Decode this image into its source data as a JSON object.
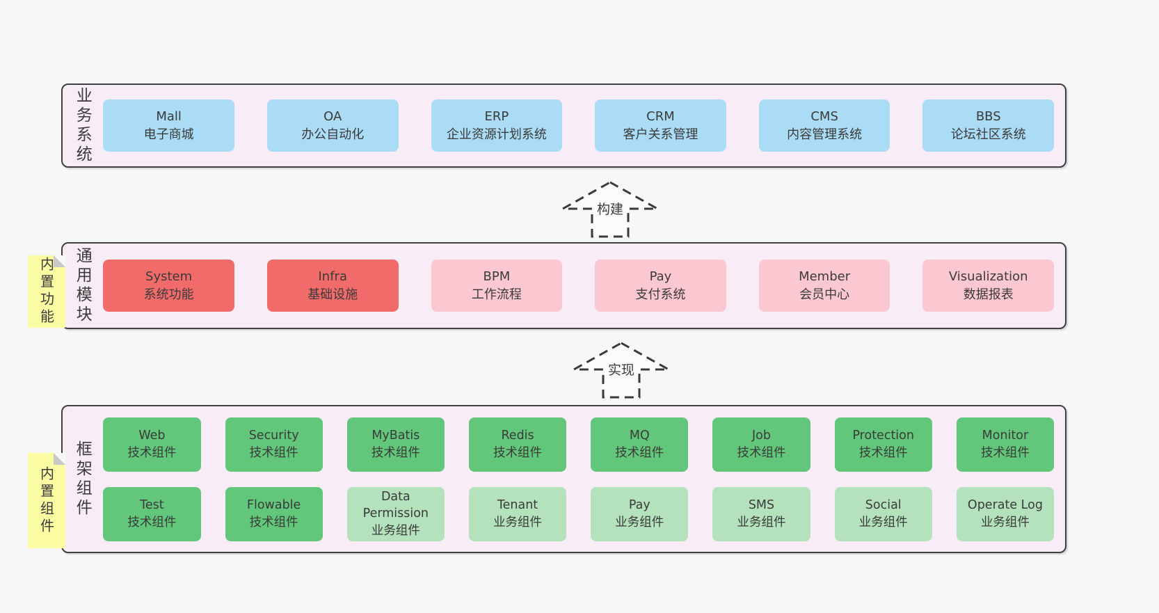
{
  "colors": {
    "page_bg": "#f7f7f7",
    "container_bg": "#f8ecf6",
    "container_border": "#3f3f3f",
    "box_blue": "#aadcf5",
    "box_red": "#f16b6b",
    "box_pink": "#fbc8d2",
    "box_green": "#62c77b",
    "box_green_light": "#b3e2bd",
    "sticky_yellow": "#fbfba3",
    "sticky_fold": "#c9c9c9",
    "text": "#3a3a3a"
  },
  "layers": {
    "business": {
      "label": "业务系统",
      "boxes": [
        {
          "name": "Mall",
          "desc": "电子商城"
        },
        {
          "name": "OA",
          "desc": "办公自动化"
        },
        {
          "name": "ERP",
          "desc": "企业资源计划系统"
        },
        {
          "name": "CRM",
          "desc": "客户关系管理"
        },
        {
          "name": "CMS",
          "desc": "内容管理系统"
        },
        {
          "name": "BBS",
          "desc": "论坛社区系统"
        }
      ]
    },
    "modules": {
      "label": "通用模块",
      "sticky": "内置功能",
      "boxes": [
        {
          "name": "System",
          "desc": "系统功能"
        },
        {
          "name": "Infra",
          "desc": "基础设施"
        },
        {
          "name": "BPM",
          "desc": "工作流程"
        },
        {
          "name": "Pay",
          "desc": "支付系统"
        },
        {
          "name": "Member",
          "desc": "会员中心"
        },
        {
          "name": "Visualization",
          "desc": "数据报表"
        }
      ]
    },
    "components": {
      "label": "框架组件",
      "sticky": "内置组件",
      "row1": [
        {
          "name": "Web",
          "desc": "技术组件"
        },
        {
          "name": "Security",
          "desc": "技术组件"
        },
        {
          "name": "MyBatis",
          "desc": "技术组件"
        },
        {
          "name": "Redis",
          "desc": "技术组件"
        },
        {
          "name": "MQ",
          "desc": "技术组件"
        },
        {
          "name": "Job",
          "desc": "技术组件"
        },
        {
          "name": "Protection",
          "desc": "技术组件"
        },
        {
          "name": "Monitor",
          "desc": "技术组件"
        }
      ],
      "row2": [
        {
          "name": "Test",
          "desc": "技术组件"
        },
        {
          "name": "Flowable",
          "desc": "技术组件"
        },
        {
          "name": "Data Permission",
          "desc": "业务组件"
        },
        {
          "name": "Tenant",
          "desc": "业务组件"
        },
        {
          "name": "Pay",
          "desc": "业务组件"
        },
        {
          "name": "SMS",
          "desc": "业务组件"
        },
        {
          "name": "Social",
          "desc": "业务组件"
        },
        {
          "name": "Operate Log",
          "desc": "业务组件"
        }
      ]
    }
  },
  "arrows": {
    "build": "构建",
    "implement": "实现"
  }
}
